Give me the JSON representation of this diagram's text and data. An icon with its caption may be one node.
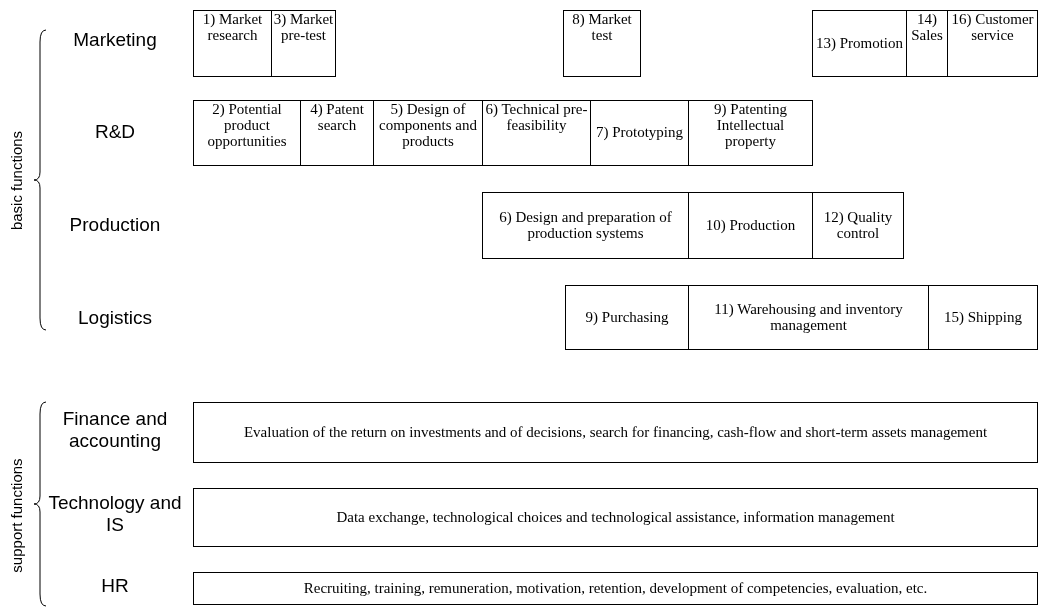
{
  "diagram": {
    "nodes": [
      {
        "text": [
          "1) Market research"
        ]
      },
      {
        "text": [
          "3) Market pre-test"
        ]
      },
      {
        "text": [
          "8) Market test"
        ]
      },
      {
        "text": [
          "13) Promotion"
        ]
      },
      {
        "text": [
          "14) Sales"
        ]
      },
      {
        "text": [
          "16) Customer service"
        ]
      },
      {
        "text": [
          "2) Potential product opportunities"
        ]
      },
      {
        "text": [
          "4) Patent search"
        ]
      },
      {
        "text": [
          "5) Design of components and products"
        ]
      },
      {
        "text": [
          "6) Technical pre-feasibility"
        ]
      },
      {
        "text": [
          "7) Prototyping"
        ]
      },
      {
        "text": [
          "9) Patenting Intellectual property"
        ]
      },
      {
        "text": [
          "6) Design and preparation of production systems"
        ]
      },
      {
        "text": [
          "10) Production"
        ]
      },
      {
        "text": [
          "12) Quality control"
        ]
      },
      {
        "text": [
          "9) Purchasing"
        ]
      },
      {
        "text": [
          "11) Warehousing and inventory management"
        ]
      },
      {
        "text": [
          "15) Shipping"
        ]
      },
      {
        "text": [
          "Evaluation of the return on investments and of decisions, search for financing, cash-flow and short-term assets management"
        ]
      },
      {
        "text": [
          "Data exchange, technological choices and technological assistance, information management"
        ]
      },
      {
        "text": [
          "Recruiting, training, remuneration, motivation, retention, development of competencies, evaluation, etc."
        ]
      }
    ],
    "labels": [
      "basic functions",
      "Marketing",
      "R&D",
      "Production",
      "Logistics",
      "support functions",
      "Finance and accounting",
      "Technology and IS",
      "HR"
    ]
  }
}
